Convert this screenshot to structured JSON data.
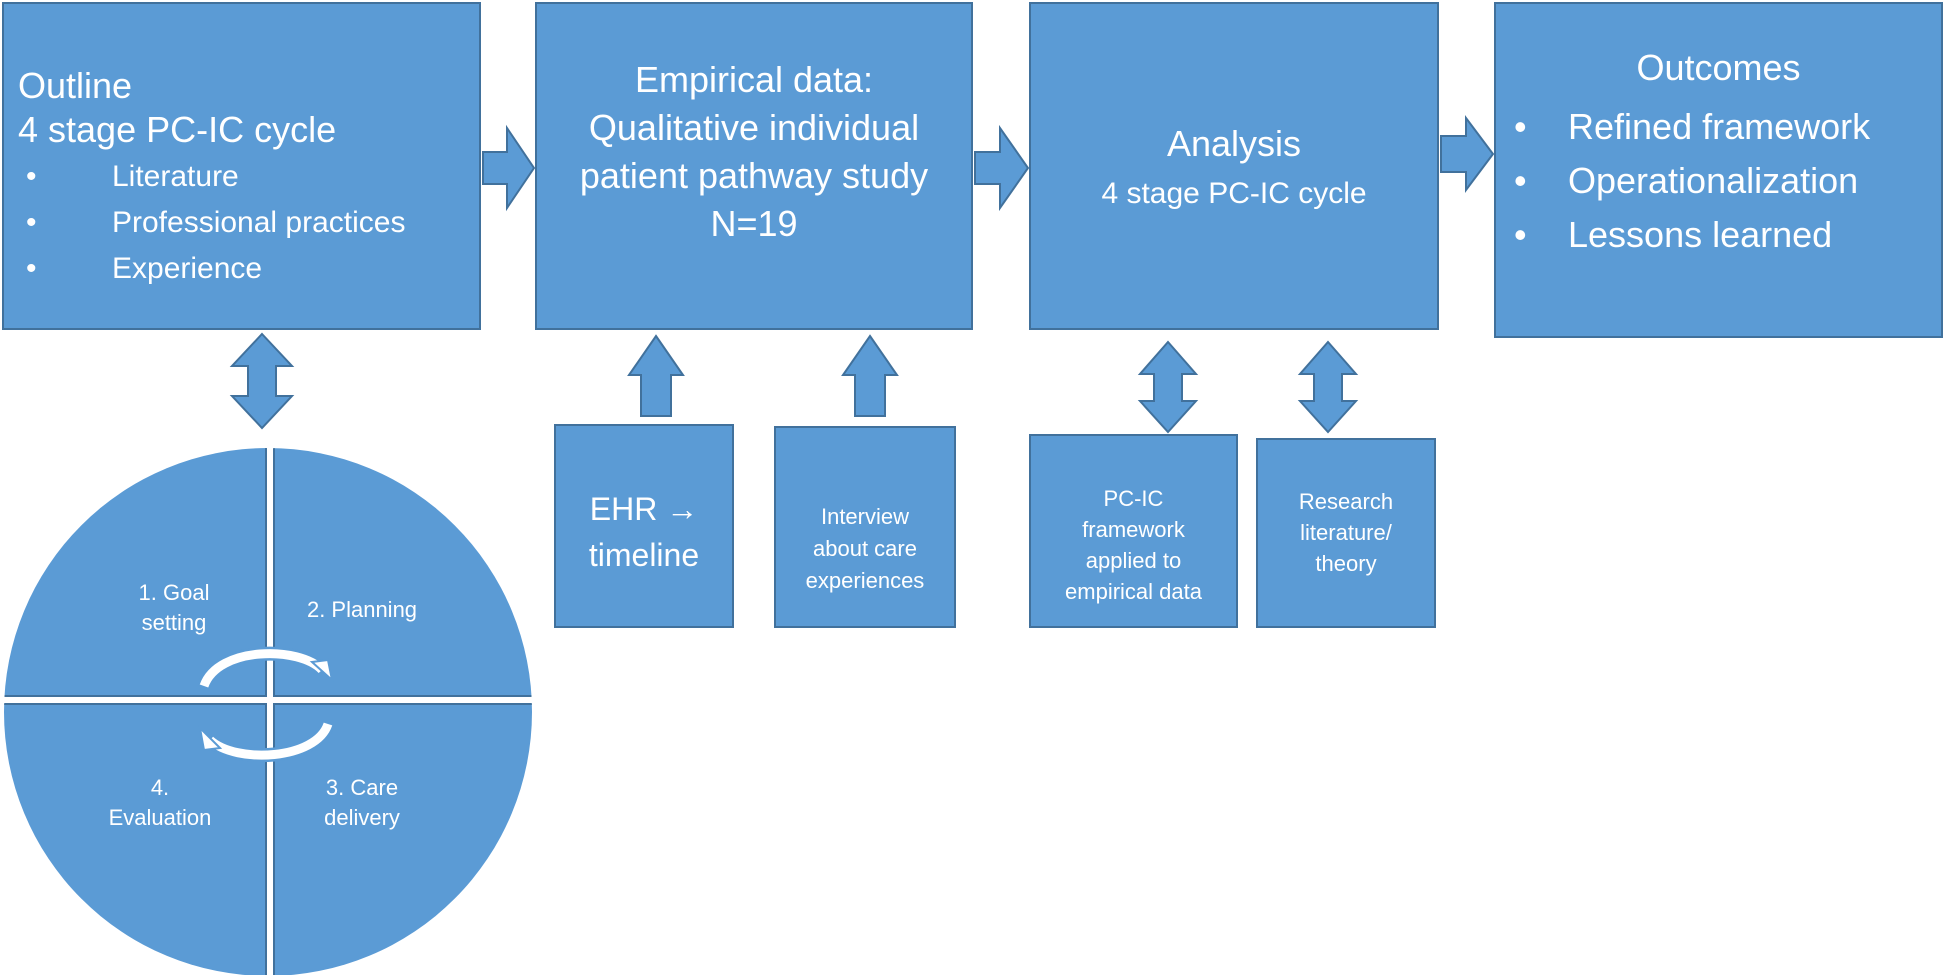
{
  "outline": {
    "title": "Outline",
    "subtitle": "4 stage PC-IC cycle",
    "items": [
      "Literature",
      "Professional  practices",
      "Experience"
    ]
  },
  "empirical": {
    "lines": [
      "Empirical data:",
      "Qualitative individual",
      "patient pathway study",
      "N=19"
    ]
  },
  "analysis": {
    "title": "Analysis",
    "subtitle": "4 stage PC-IC cycle"
  },
  "outcomes": {
    "title": "Outcomes",
    "items": [
      "Refined framework",
      "Operationalization",
      "Lessons learned"
    ]
  },
  "inputs": {
    "ehr": [
      "EHR →",
      "timeline"
    ],
    "interview": [
      "Interview",
      "about care",
      "experiences"
    ],
    "pcic_applied": [
      "PC-IC",
      "framework",
      "applied to",
      "empirical data"
    ],
    "research": [
      "Research",
      "literature/",
      "theory"
    ]
  },
  "cycle": {
    "q1": [
      "1. Goal",
      "setting"
    ],
    "q2": [
      "2. Planning"
    ],
    "q3": [
      "3. Care",
      "delivery"
    ],
    "q4": [
      "4.",
      "Evaluation"
    ]
  },
  "colors": {
    "fill": "#5b9bd5",
    "stroke": "#41719c",
    "text": "#ffffff"
  }
}
